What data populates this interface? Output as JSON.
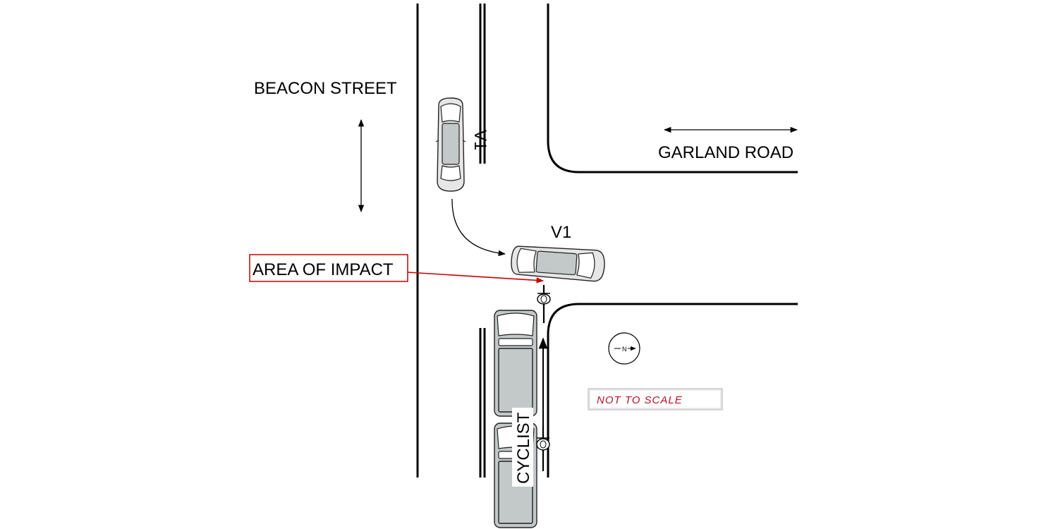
{
  "labels": {
    "beacon_street": "BEACON STREET",
    "garland_road": "GARLAND ROAD",
    "v1_parked": "V1",
    "v1_turning": "V1",
    "area_of_impact": "AREA OF IMPACT",
    "cyclist": "CYCLIST",
    "not_to_scale": "NOT TO SCALE",
    "north": "N"
  },
  "colors": {
    "impact_callout": "#cc0000",
    "not_to_scale_text": "#b8102a",
    "vehicle_roof": "#c3c8c9"
  }
}
